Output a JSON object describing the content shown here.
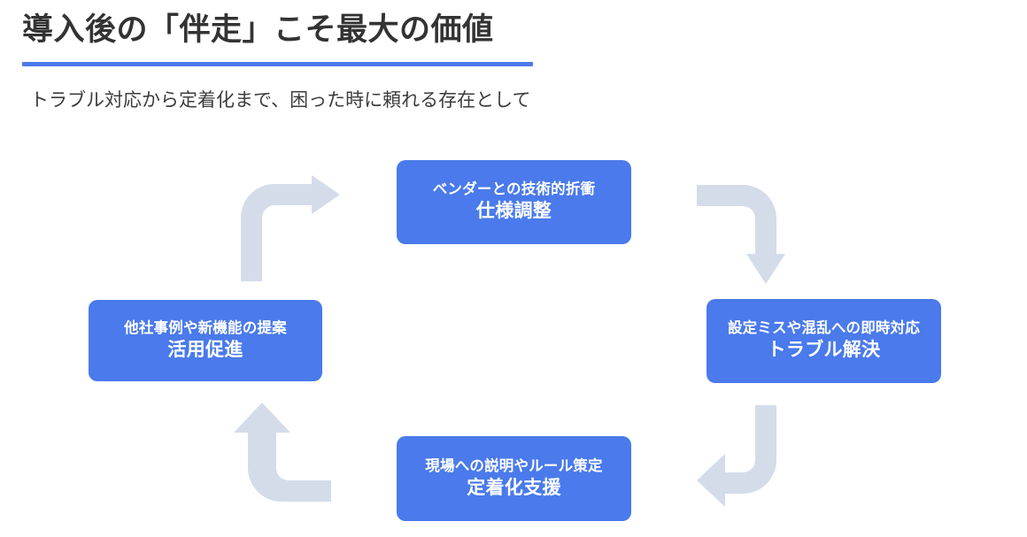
{
  "slide": {
    "title": "導入後の「伴走」こそ最大の価値",
    "subtitle": "トラブル対応から定着化まで、困った時に頼れる存在として",
    "accent_color": "#4a7aeb",
    "title_color": "#333333",
    "background_color": "#ffffff"
  },
  "diagram": {
    "type": "cycle",
    "direction": "clockwise",
    "node_color": "#4a7aeb",
    "node_text_color": "#ffffff",
    "arrow_color": "#d4dcea",
    "nodes": [
      {
        "position": "top",
        "caption": "ベンダーとの技術的折衝",
        "heading": "仕様調整"
      },
      {
        "position": "right",
        "caption": "設定ミスや混乱への即時対応",
        "heading": "トラブル解決"
      },
      {
        "position": "bottom",
        "caption": "現場への説明やルール策定",
        "heading": "定着化支援"
      },
      {
        "position": "left",
        "caption": "他社事例や新機能の提案",
        "heading": "活用促進"
      }
    ],
    "arrows": [
      {
        "name": "left-to-top",
        "from": "活用促進",
        "to": "仕様調整"
      },
      {
        "name": "top-to-right",
        "from": "仕様調整",
        "to": "トラブル解決"
      },
      {
        "name": "right-to-bottom",
        "from": "トラブル解決",
        "to": "定着化支援"
      },
      {
        "name": "bottom-to-left",
        "from": "定着化支援",
        "to": "活用促進"
      }
    ]
  }
}
